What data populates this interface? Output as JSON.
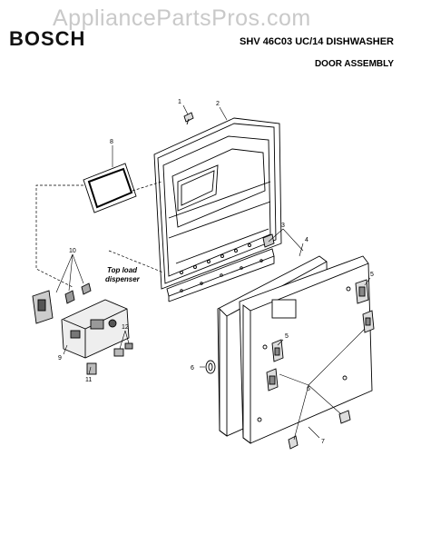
{
  "watermark": "AppliancePartsPros.com",
  "header": {
    "brand": "BOSCH",
    "model": "SHV 46C03 UC/14 DISHWASHER",
    "section": "DOOR ASSEMBLY"
  },
  "callouts": {
    "c1": "1",
    "c2": "2",
    "c3": "3",
    "c4": "4",
    "c5a": "5",
    "c5b": "5",
    "c6a": "6",
    "c6b": "6",
    "c7": "7",
    "c8": "8",
    "c9": "9",
    "c10": "10",
    "c11": "11",
    "c12": "12"
  },
  "note": {
    "line1": "Top load",
    "line2": "dispenser"
  }
}
